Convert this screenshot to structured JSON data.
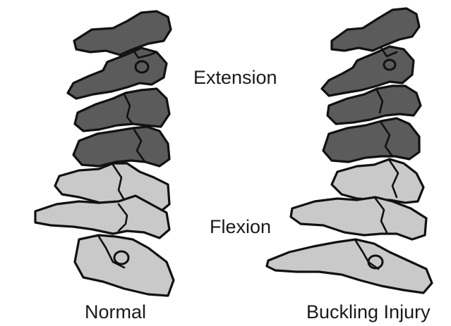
{
  "labels": {
    "extension": "Extension",
    "flexion": "Flexion",
    "normal": "Normal",
    "buckling": "Buckling Injury"
  },
  "colors": {
    "extension_region": "#5b5b5b",
    "flexion_region": "#c9c9c9",
    "outline": "#111111",
    "background": "#ffffff"
  }
}
